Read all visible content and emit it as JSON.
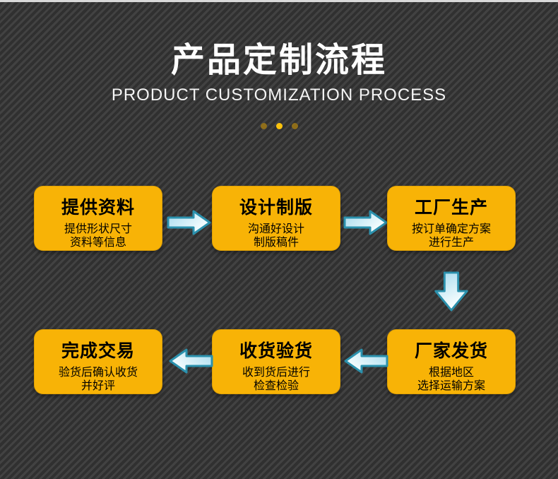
{
  "header": {
    "title": "产品定制流程",
    "subtitle": "PRODUCT CUSTOMIZATION PROCESS"
  },
  "steps": [
    {
      "title": "提供资料",
      "desc1": "提供形状尺寸",
      "desc2": "资料等信息"
    },
    {
      "title": "设计制版",
      "desc1": "沟通好设计",
      "desc2": "制版稿件"
    },
    {
      "title": "工厂生产",
      "desc1": "按订单确定方案",
      "desc2": "进行生产"
    },
    {
      "title": "厂家发货",
      "desc1": "根据地区",
      "desc2": "选择运输方案"
    },
    {
      "title": "收货验货",
      "desc1": "收到货后进行",
      "desc2": "检查检验"
    },
    {
      "title": "完成交易",
      "desc1": "验货后确认收货",
      "desc2": "并好评"
    }
  ],
  "flow": {
    "order": [
      "提供资料",
      "设计制版",
      "工厂生产",
      "厂家发货",
      "收货验货",
      "完成交易"
    ],
    "arrow_directions": [
      "right",
      "right",
      "down",
      "left",
      "left"
    ]
  },
  "colors": {
    "background": "#383838",
    "background_stripe": "#303030",
    "top_strip": "#d9d9d9",
    "box_yellow": "#f8b306",
    "arrow_border": "#2b91ad",
    "arrow_fill_light": "#a6dbee",
    "arrow_fill_white": "#fbffff",
    "dot_bright": "#fcc30d",
    "dot_dim": "#8f6e1a",
    "title_text": "#ffffff",
    "box_text": "#000000"
  }
}
